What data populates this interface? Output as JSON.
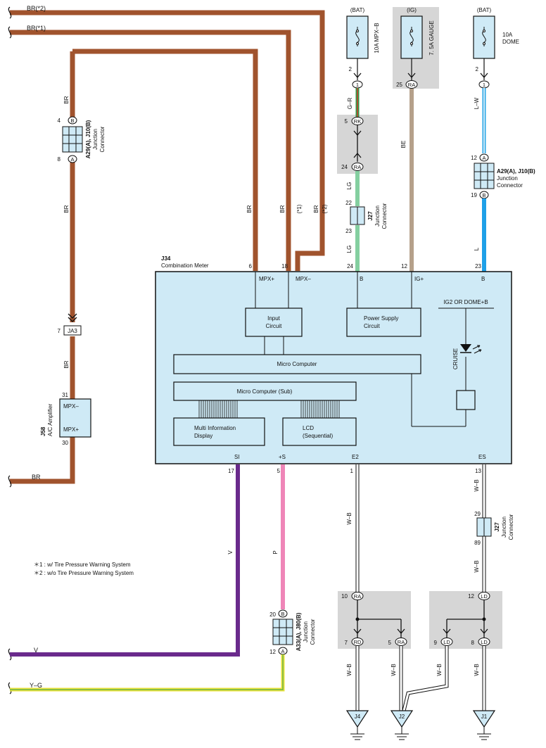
{
  "colors": {
    "BR": "#a0532d",
    "BE": "#b5a08a",
    "LG": "#84cfa0",
    "LW": "#2aa6e6",
    "L": "#1ea0e8",
    "V": "#6a2a8c",
    "P": "#ef86b8",
    "YG_yellow": "#e8e23a",
    "YG_green": "#6ab24a",
    "GR_green": "#2f9a4a",
    "GR_red": "#d33a2a",
    "meter_fill": "#cfeaf6",
    "shade": "#d6d6d6"
  },
  "signals": {
    "br2": "BR(*2)",
    "br1": "BR(*1)",
    "br_bottom": "BR",
    "v_bottom": "V",
    "yg_bottom": "Y–G"
  },
  "fuses": {
    "mpxb": {
      "source": "(BAT)",
      "label": "10A MPX–B",
      "pin": "2",
      "conn": "1"
    },
    "gauge": {
      "source": "(IG)",
      "label": "7. 5A GAUGE",
      "pin": "25",
      "conn": "RA"
    },
    "dome": {
      "source": "(BAT)",
      "label_line1": "10A",
      "label_line2": "DOME",
      "pin": "2",
      "conn": "1"
    }
  },
  "wires": {
    "br": "BR",
    "gr": "G–R",
    "lg": "LG",
    "be": "BE",
    "lw": "L–W",
    "l": "L",
    "v": "V",
    "p": "P",
    "wb": "W–B",
    "note1": "(*1)",
    "note2": "(*2)"
  },
  "connectors": {
    "a29_left": {
      "id": "A29(A), J10(B)",
      "line1": "Junction",
      "line2": "Connector",
      "pin_top": "4",
      "tag_top": "B",
      "pin_bot": "8",
      "tag_bot": "A"
    },
    "a29_right": {
      "id": "A29(A), J10(B)",
      "line1": "Junction",
      "line2": "Connector",
      "pin_top": "12",
      "tag_top": "A",
      "pin_bot": "19",
      "tag_bot": "B"
    },
    "rk": {
      "pin_top": "5",
      "tag_top": "RK",
      "pin_bot": "24",
      "tag_bot": "RA"
    },
    "j27_top": {
      "id": "J27",
      "line1": "Junction",
      "line2": "Connector",
      "pin_top": "22",
      "pin_bot": "23"
    },
    "j27_bot": {
      "id": "J27",
      "line1": "Junction",
      "line2": "Connector",
      "pin_top": "29",
      "pin_bot": "89"
    },
    "ja3": {
      "pin": "7",
      "label": "JA3"
    },
    "a33": {
      "id": "A33(A), J80(B)",
      "line1": "Junction",
      "line2": "Connector",
      "pin_top": "20",
      "tag_top": "B",
      "pin_bot": "12",
      "tag_bot": "A"
    }
  },
  "amplifier": {
    "id": "J58",
    "name": "A/C Amplifier",
    "pin_top": "31",
    "pin_bot": "30",
    "term_top": "MPX–",
    "term_bot": "MPX+"
  },
  "meter": {
    "id": "J34",
    "name": "Combination Meter",
    "top_pins": [
      {
        "num": "6",
        "term": "MPX+"
      },
      {
        "num": "18",
        "term": "MPX–"
      },
      {
        "num": "24",
        "term": "B"
      },
      {
        "num": "12",
        "term": "IG+"
      },
      {
        "num": "23",
        "term": "B"
      }
    ],
    "bottom_pins": [
      {
        "num": "17",
        "term": "SI"
      },
      {
        "num": "5",
        "term": "+S"
      },
      {
        "num": "1",
        "term": "E2"
      },
      {
        "num": "13",
        "term": "ES"
      }
    ],
    "blocks": {
      "input": [
        "Input",
        "Circuit"
      ],
      "power": [
        "Power Supply",
        "Circuit"
      ],
      "micro": "Micro Computer",
      "micro_sub": "Micro Computer (Sub)",
      "mid": [
        "Multi Information",
        "Display"
      ],
      "lcd": [
        "LCD",
        "(Sequential)"
      ],
      "ig2": "IG2 OR DOME+B",
      "cruise": "CRUISE"
    }
  },
  "grounds": {
    "left": {
      "pin_top": "10",
      "tag_top": "RA",
      "pin_bl": "7",
      "tag_bl": "RD",
      "pin_br": "5",
      "tag_br": "RA"
    },
    "right": {
      "pin_top": "12",
      "tag_top": "LD",
      "pin_bl": "9",
      "tag_bl": "LD",
      "pin_br": "8",
      "tag_br": "LD"
    },
    "j4": "J4",
    "j2": "J2",
    "j1": "J1"
  },
  "notes": {
    "n1": "＊1 : w/ Tire Pressure Warning System",
    "n2": "＊2 : w/o Tire Pressure Warning System"
  }
}
